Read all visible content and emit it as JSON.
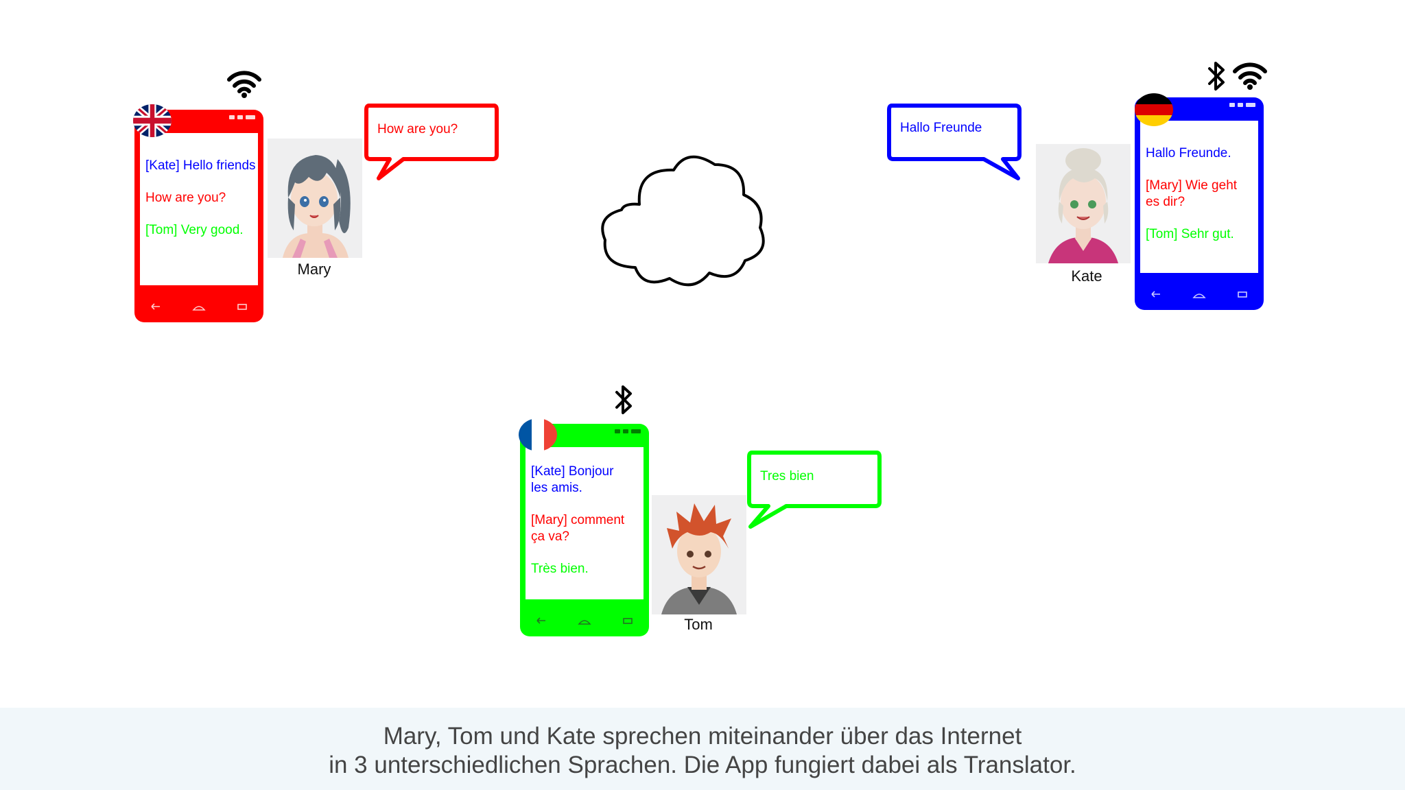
{
  "colors": {
    "mary": "#ff0000",
    "kate": "#0000ff",
    "tom": "#00ff00",
    "caption_bg": "#f1f7fa",
    "caption_text": "#444444"
  },
  "mary": {
    "name": "Mary",
    "flag": "uk-flag",
    "connectivity": [
      "wifi-icon"
    ],
    "bubble": "How are you?",
    "messages": [
      {
        "text": "[Kate] Hello friends",
        "color": "#0000ff"
      },
      {
        "text": "How are you?",
        "color": "#ff0000"
      },
      {
        "text": "[Tom] Very good.",
        "color": "#00ff00"
      }
    ]
  },
  "kate": {
    "name": "Kate",
    "flag": "german-flag",
    "connectivity": [
      "bluetooth-icon",
      "wifi-icon"
    ],
    "bubble": "Hallo Freunde",
    "messages": [
      {
        "text": "Hallo Freunde.",
        "color": "#0000ff"
      },
      {
        "text": "[Mary] Wie geht\nes dir?",
        "color": "#ff0000"
      },
      {
        "text": "[Tom] Sehr gut.",
        "color": "#00ff00"
      }
    ]
  },
  "tom": {
    "name": "Tom",
    "flag": "french-flag",
    "connectivity": [
      "bluetooth-icon"
    ],
    "bubble": "Tres bien",
    "messages": [
      {
        "text": "[Kate] Bonjour\nles amis.",
        "color": "#0000ff"
      },
      {
        "text": "[Mary] comment\nça va?",
        "color": "#ff0000"
      },
      {
        "text": "Très bien.",
        "color": "#00ff00"
      }
    ]
  },
  "cloud": {
    "icon": "cloud-icon"
  },
  "caption": {
    "line1": "Mary, Tom und Kate sprechen miteinander über das Internet",
    "line2": "in 3 unterschiedlichen Sprachen. Die App fungiert dabei als Translator."
  }
}
